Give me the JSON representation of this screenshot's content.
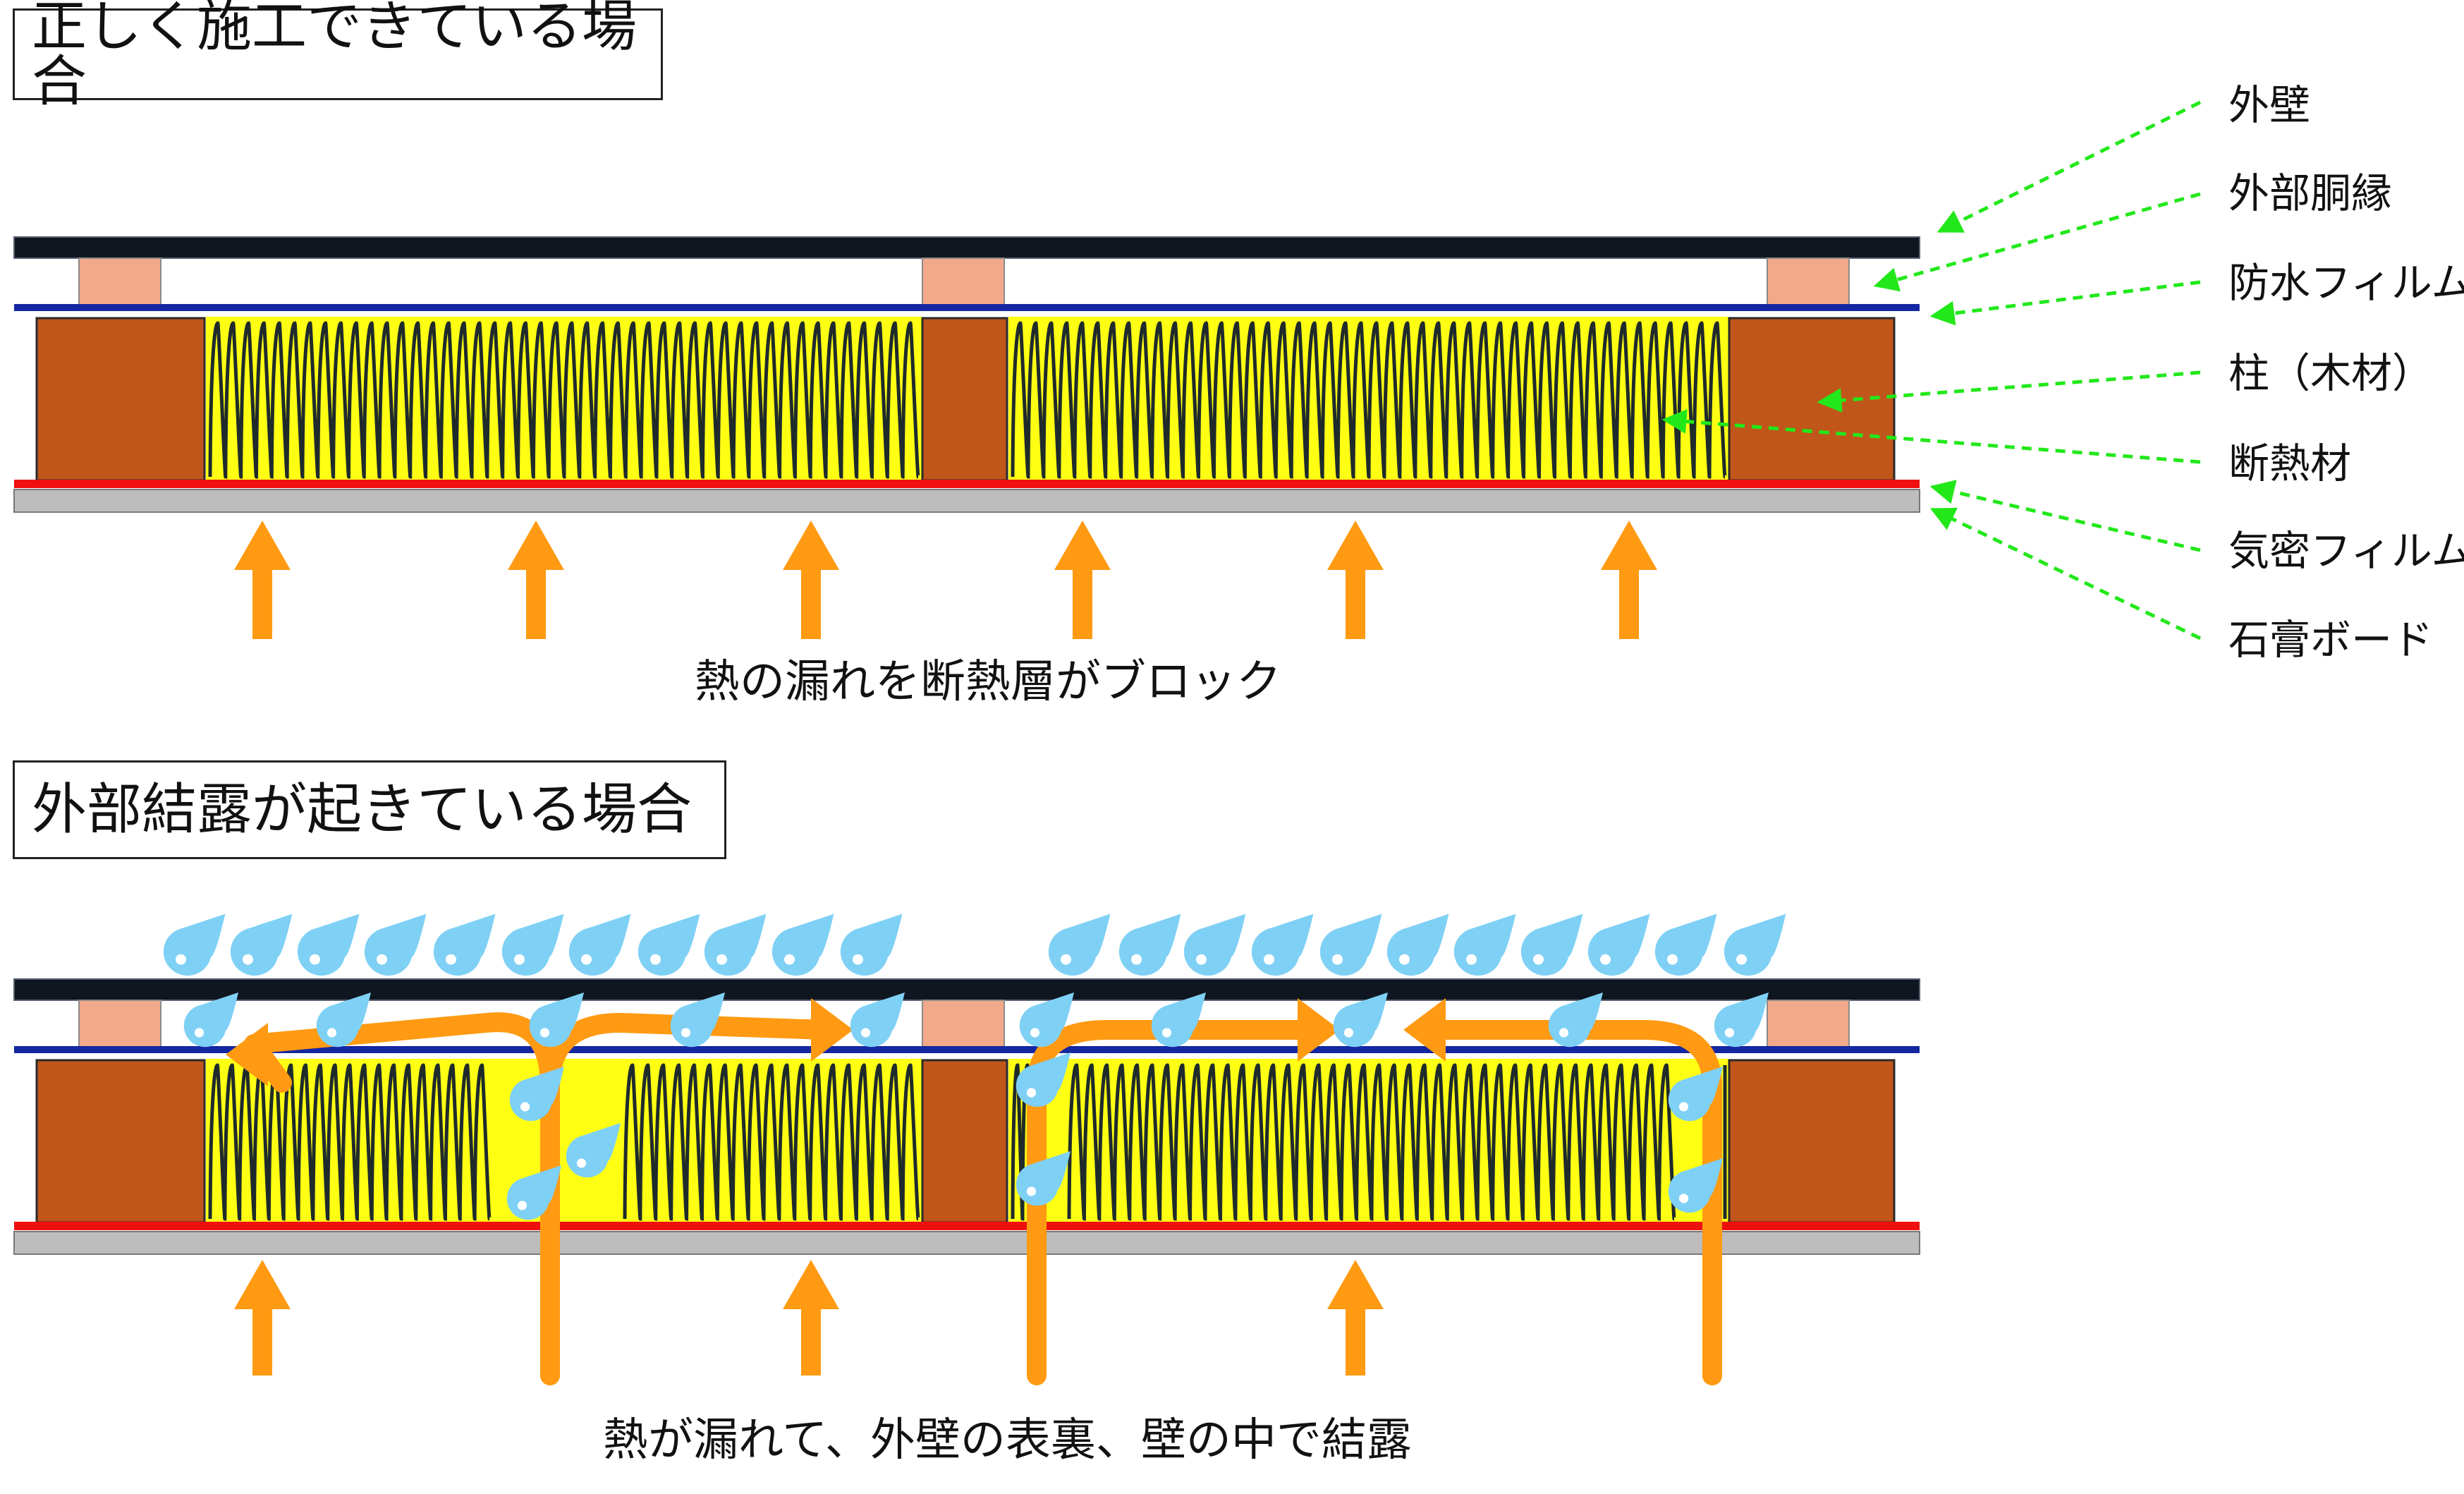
{
  "titles": {
    "top": "正しく施工できている場合",
    "bottom": "外部結露が起きている場合"
  },
  "captions": {
    "top": "熱の漏れを断熱層がブロック",
    "bottom": "熱が漏れて、外壁の表裏、壁の中で結露"
  },
  "legend": {
    "items": [
      "外壁",
      "外部胴縁",
      "防水フィルム",
      "柱（木材）",
      "断熱材",
      "気密フィルム",
      "石膏ボード"
    ]
  },
  "colors": {
    "exterior_wall": "#10161f",
    "furring": "#f2a98a",
    "waterproof_film": "#1427a0",
    "pillar": "#c0561a",
    "insulation": "#ffff14",
    "coil": "#1f2b2b",
    "airtight_film": "#ef1010",
    "gypsum": "#bdbdbd",
    "heat_arrow": "#ff9a12",
    "leader": "#22e81a",
    "water": "#7fd0f5"
  },
  "icons": [
    "water-drop-icon",
    "heat-arrow-icon"
  ]
}
